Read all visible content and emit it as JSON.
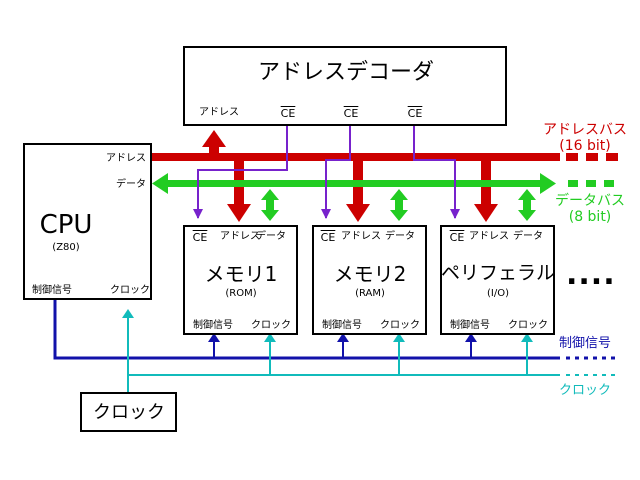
{
  "decoder": {
    "title": "アドレスデコーダ",
    "address": "アドレス",
    "ce": "CE"
  },
  "cpu": {
    "title": "CPU",
    "model": "(Z80)",
    "address": "アドレス",
    "data": "データ",
    "control": "制御信号",
    "clock": "クロック"
  },
  "devices": [
    {
      "title": "メモリ1",
      "sub": "(ROM)",
      "ce": "CE",
      "address": "アドレス",
      "data": "データ",
      "control": "制御信号",
      "clock": "クロック"
    },
    {
      "title": "メモリ2",
      "sub": "(RAM)",
      "ce": "CE",
      "address": "アドレス",
      "data": "データ",
      "control": "制御信号",
      "clock": "クロック"
    },
    {
      "title": "ペリフェラル",
      "sub": "(I/O)",
      "ce": "CE",
      "address": "アドレス",
      "data": "データ",
      "control": "制御信号",
      "clock": "クロック"
    }
  ],
  "more": "....",
  "clock_box": "クロック",
  "buses": {
    "address": {
      "label": "アドレスバス",
      "width": "(16 bit)",
      "color": "#cc0000"
    },
    "data": {
      "label": "データバス",
      "width": "(8 bit)",
      "color": "#22cc22"
    },
    "control": {
      "label": "制御信号",
      "color": "#1111aa"
    },
    "clock": {
      "label": "クロック",
      "color": "#11bbbb"
    },
    "ce_color": "#7722cc"
  }
}
